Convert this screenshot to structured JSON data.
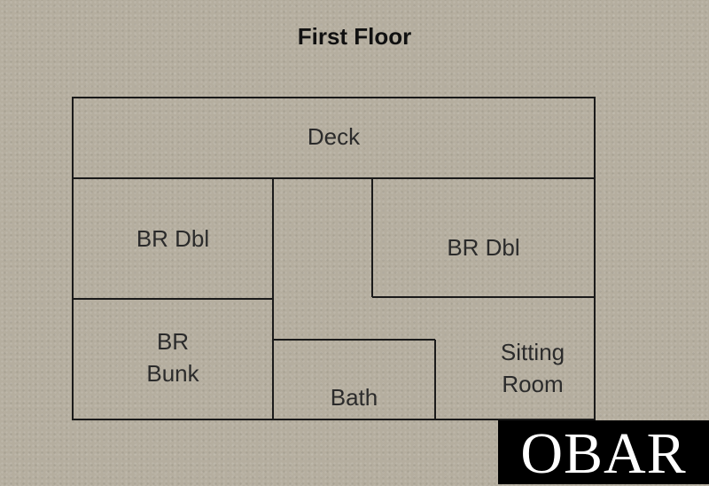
{
  "title": "First Floor",
  "rooms": {
    "deck": "Deck",
    "br_dbl_left": "BR Dbl",
    "br_dbl_right": "BR Dbl",
    "br_bunk": [
      "BR",
      "Bunk"
    ],
    "bath": "Bath",
    "sitting_room": [
      "Sitting",
      "Room"
    ]
  },
  "logo": "OBAR",
  "colors": {
    "background": "#b5ae9f",
    "lines": "#1a1a1a",
    "logo_background": "#000000",
    "logo_text": "#ffffff"
  }
}
